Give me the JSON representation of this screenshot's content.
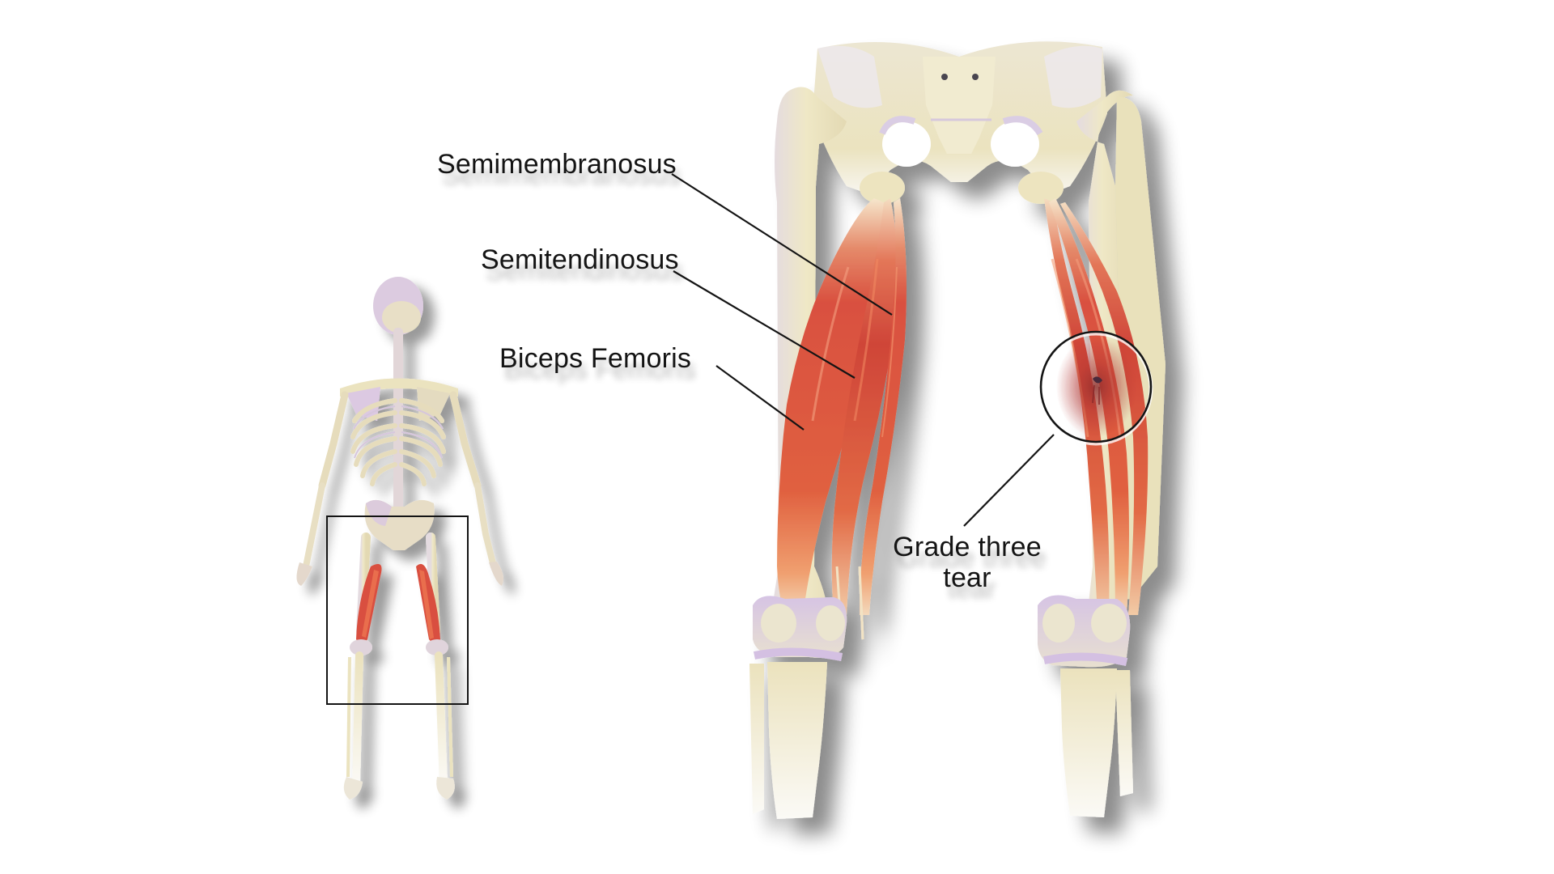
{
  "diagram": {
    "subject": "Hamstring muscles - posterior view",
    "labels": {
      "semimembranosus": "Semimembranosus",
      "semitendinosus": "Semitendinosus",
      "biceps_femoris": "Biceps Femoris",
      "tear_line1": "Grade three",
      "tear_line2": "tear"
    },
    "inset": {
      "description": "Full posterior skeleton with highlighted hamstrings",
      "highlight_box": "thigh region"
    },
    "callout": {
      "shape": "circle",
      "target": "right-leg hamstring tear site"
    },
    "colors": {
      "muscle": "#e05c48",
      "muscle_dark": "#c8413a",
      "bone": "#ebe3bf",
      "bone_shade": "#d9cfb8",
      "cartilage": "#d8c6e6",
      "line": "#141414",
      "background": "#ffffff"
    }
  }
}
